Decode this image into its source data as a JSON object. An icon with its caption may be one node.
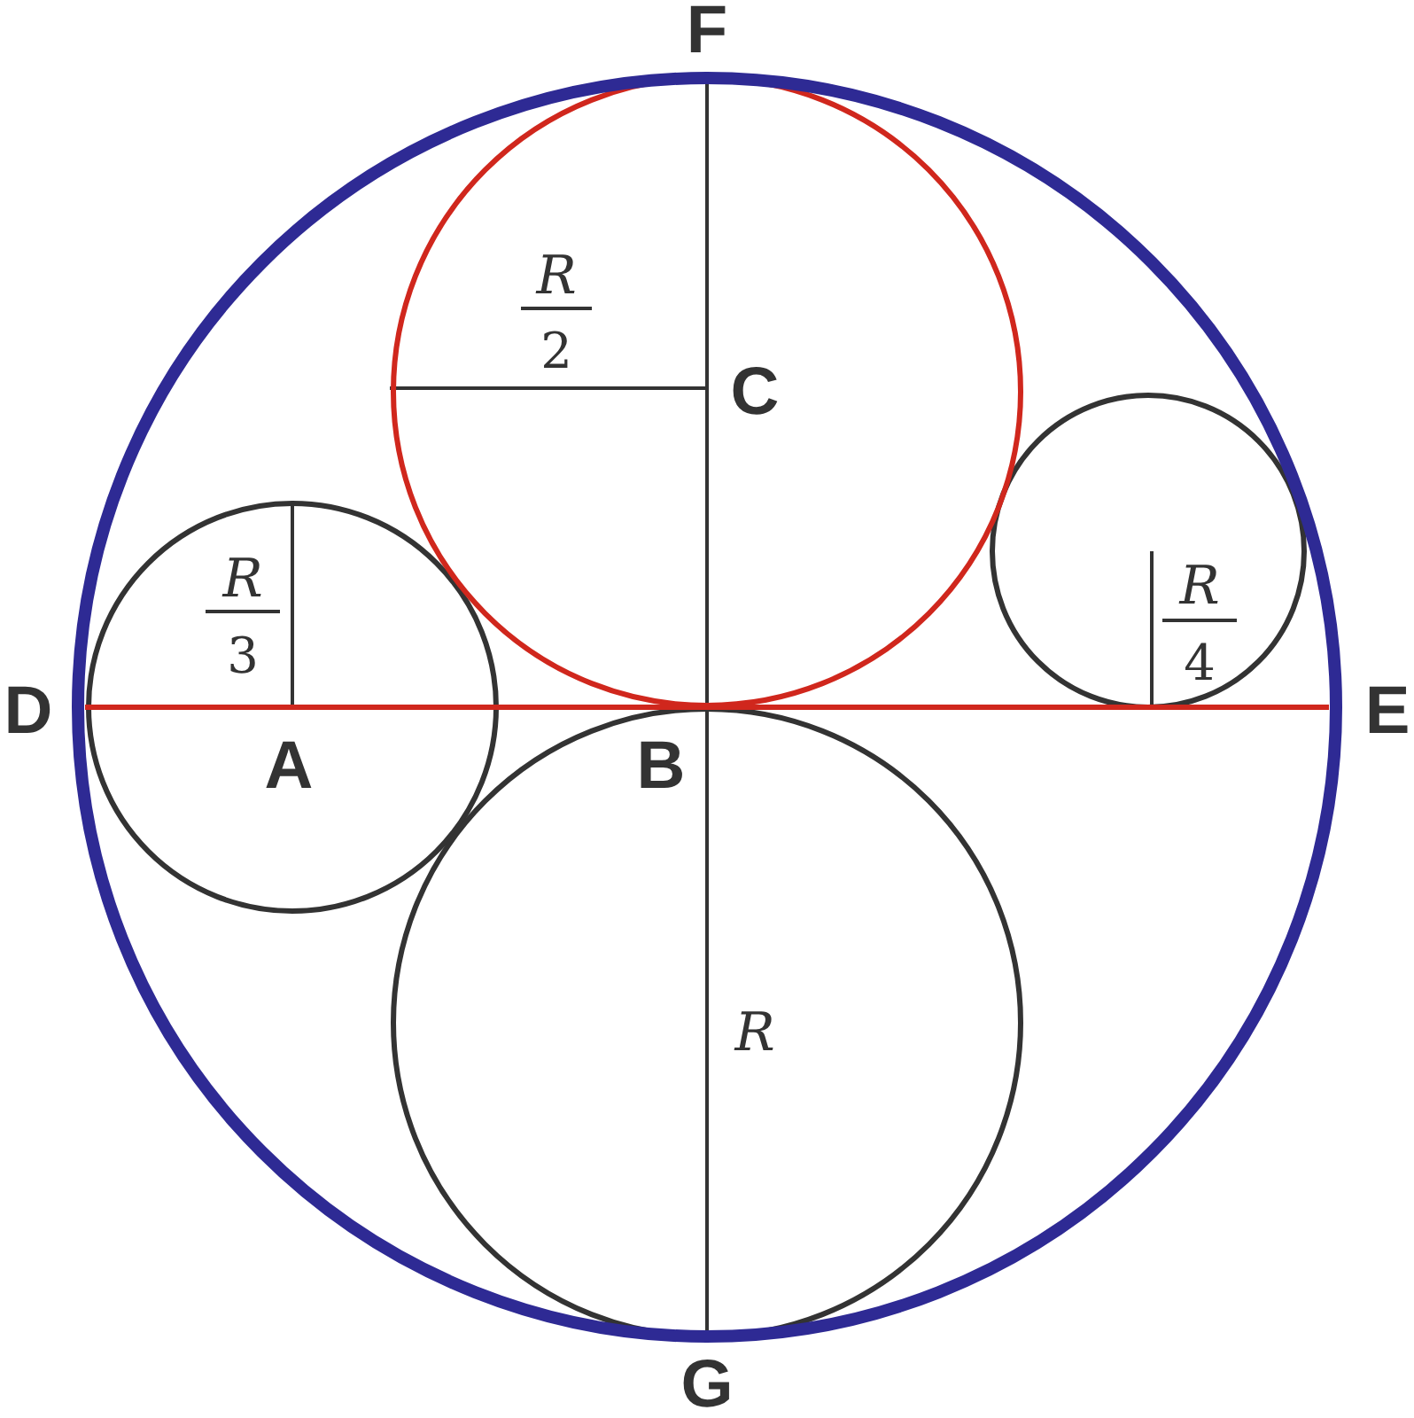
{
  "diagram": {
    "labels": [
      "F",
      "R",
      "2",
      "C",
      "R",
      "3",
      "R",
      "4",
      "D",
      "E",
      "A",
      "B",
      "R",
      "G"
    ]
  }
}
